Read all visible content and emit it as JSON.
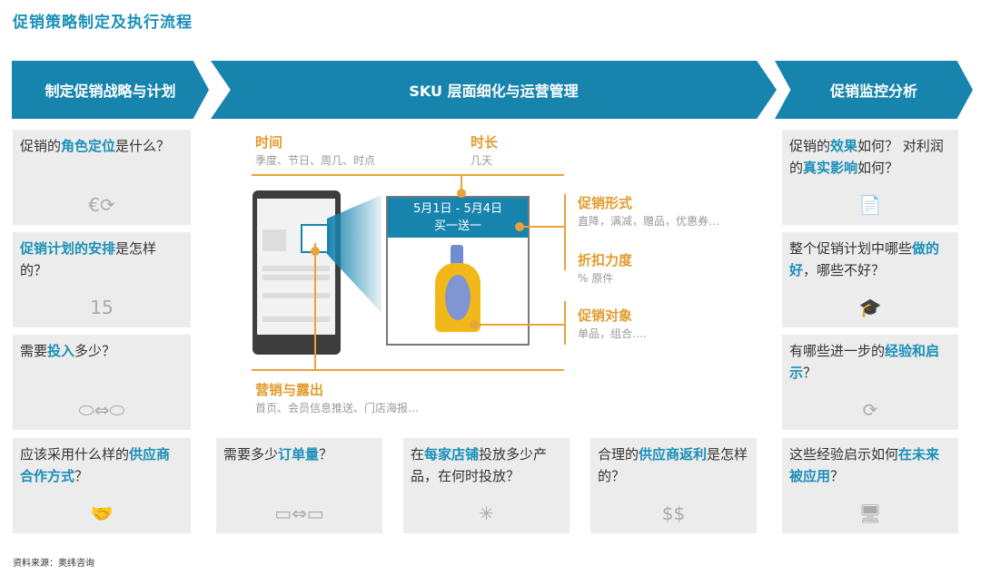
{
  "title": "促销策略制定及执行流程",
  "header": [
    "制定促销战略与计划",
    "SKU 层面细化与运营管理",
    "促销监控分析"
  ],
  "left_cards": [
    {
      "segments": [
        {
          "t": "促销的"
        },
        {
          "t": "角色定位",
          "h": true
        },
        {
          "t": "是什么？"
        }
      ],
      "icon": "euro-cycle-icon",
      "glyph": "€⟳"
    },
    {
      "segments": [
        {
          "t": "促销计划的安排",
          "h": true
        },
        {
          "t": "是怎样的？"
        }
      ],
      "icon": "calendar-icon",
      "glyph": "15"
    },
    {
      "segments": [
        {
          "t": "需要"
        },
        {
          "t": "投入",
          "h": true
        },
        {
          "t": "多少？"
        }
      ],
      "icon": "investment-icon",
      "glyph": "⬭⇔⬭"
    },
    {
      "segments": [
        {
          "t": "应该采用什么样的"
        },
        {
          "t": "供应商合作方式",
          "h": true
        },
        {
          "t": "？"
        }
      ],
      "icon": "handshake-icon",
      "glyph": "🤝"
    }
  ],
  "right_cards": [
    {
      "segments": [
        {
          "t": "促销的"
        },
        {
          "t": "效果",
          "h": true
        },
        {
          "t": "如何？ 对利润的"
        },
        {
          "t": "真实影响",
          "h": true
        },
        {
          "t": "如何？"
        }
      ],
      "icon": "document-check-icon",
      "glyph": "📄"
    },
    {
      "segments": [
        {
          "t": "整个促销计划中哪些"
        },
        {
          "t": "做的好",
          "h": true
        },
        {
          "t": "，哪些不好？"
        }
      ],
      "icon": "graduation-cap-icon",
      "glyph": "🎓"
    },
    {
      "segments": [
        {
          "t": "有哪些进一步的"
        },
        {
          "t": "经验和启示",
          "h": true
        },
        {
          "t": "？"
        }
      ],
      "icon": "refresh-icon",
      "glyph": "⟳"
    },
    {
      "segments": [
        {
          "t": "这些经验启示如何"
        },
        {
          "t": "在未来被应用",
          "h": true
        },
        {
          "t": "？"
        }
      ],
      "icon": "computer-icon",
      "glyph": "🖥"
    }
  ],
  "bottom_cards": [
    {
      "segments": [
        {
          "t": "需要多少"
        },
        {
          "t": "订单量",
          "h": true
        },
        {
          "t": "？"
        }
      ],
      "icon": "orders-icon",
      "glyph": "▭⇔▭"
    },
    {
      "segments": [
        {
          "t": "在"
        },
        {
          "t": "每家店铺",
          "h": true
        },
        {
          "t": "投放多少产品，在何时投放？"
        }
      ],
      "icon": "network-icon",
      "glyph": "✳"
    },
    {
      "segments": [
        {
          "t": "合理的"
        },
        {
          "t": "供应商返利",
          "h": true
        },
        {
          "t": "是怎样的？"
        }
      ],
      "icon": "coins-icon",
      "glyph": "$$"
    }
  ],
  "diagram": {
    "time_label": "时间",
    "time_sub": "季度、节日、周几、时点",
    "duration_label": "时长",
    "duration_sub": "几天",
    "date_range": "5月1日 - 5月4日",
    "promo_text": "买一送一",
    "form_label": "促销形式",
    "form_sub": "直降，满减，赠品，优惠券…",
    "discount_label": "折扣力度",
    "discount_sub": "% 原件",
    "target_label": "促销对象",
    "target_sub": "单品，组合….",
    "marketing_label": "营销与露出",
    "marketing_sub": "首页、会员信息推送、门店海报…"
  },
  "source": "资料来源：奥纬咨询",
  "colors": {
    "blue": "#1784ad",
    "orange": "#e8a33a"
  }
}
